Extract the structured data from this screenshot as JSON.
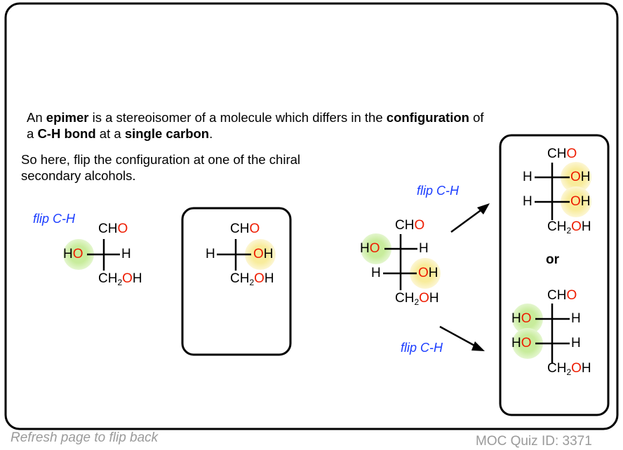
{
  "intro": {
    "line1": [
      "An ",
      "epimer",
      " is a stereoisomer of a molecule which differs in the ",
      "configuration",
      " of"
    ],
    "line2": [
      "a ",
      "C-H bond",
      " at a ",
      "single carbon",
      "."
    ]
  },
  "instruction": {
    "line1": "So here, flip the configuration at one of the chiral",
    "line2": "secondary alcohols."
  },
  "flip_label": "flip C-H",
  "or_label": "or",
  "chem": {
    "ch": "CH",
    "o": "O",
    "h": "H",
    "two": "2",
    "oh": "OH",
    "ho": "HO"
  },
  "footer": {
    "refresh": "Refresh page to flip back",
    "quiz_id": "MOC Quiz ID: 3371"
  },
  "colors": {
    "oxygen": "#ee1c00",
    "flip_text": "#1a3cff",
    "green_highlight": "#c8ec9c",
    "yellow_highlight": "#f8ec9c"
  }
}
